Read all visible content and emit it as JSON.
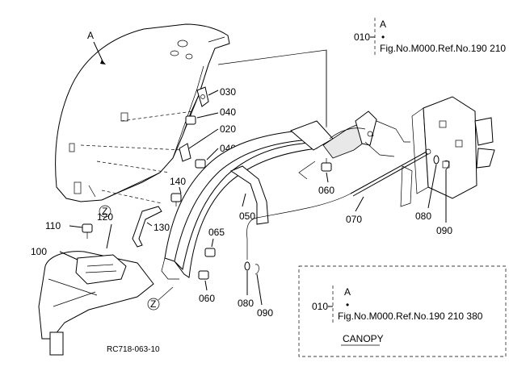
{
  "parts": {
    "p030": "030",
    "p040a": "040",
    "p020": "020",
    "p040b": "040",
    "p140": "140",
    "p060a": "060",
    "p050": "050",
    "p070": "070",
    "p080a": "080",
    "p090a": "090",
    "p110": "110",
    "p120": "120",
    "p130": "130",
    "p100": "100",
    "p065": "065",
    "p060b": "060",
    "p080b": "080",
    "p090b": "090"
  },
  "markers": {
    "a_main": "A",
    "z_top": "Z",
    "z_bottom": "Z"
  },
  "note_top": {
    "qty": "010",
    "letter": "A",
    "dot": "•",
    "ref": "Fig.No.M000.Ref.No.190  210"
  },
  "note_box": {
    "qty": "010",
    "letter": "A",
    "dot": "•",
    "ref": "Fig.No.M000.Ref.No.190  210  380",
    "title": "CANOPY"
  },
  "figure_code": "RC718-063-10"
}
